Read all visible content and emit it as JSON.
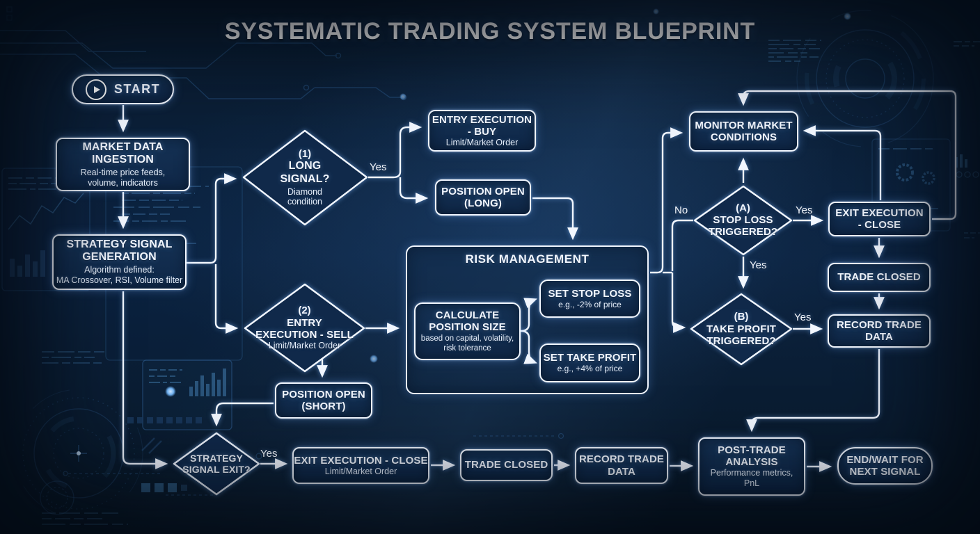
{
  "title": "SYSTEMATIC TRADING SYSTEM BLUEPRINT",
  "colors": {
    "background": "#0b2036",
    "line": "#f2f7ff",
    "box_fill": "#12304d",
    "glow": "#7fb6ff",
    "decor": "#2e6094"
  },
  "nodes": {
    "start": {
      "label": "START"
    },
    "market_data_ingestion": {
      "title": "MARKET DATA\nINGESTION",
      "subtitle": "Real-time price feeds,\nvolume, indicators"
    },
    "strategy_signal_generation": {
      "title": "STRATEGY SIGNAL\nGENERATION",
      "subtitle": "Algorithm defined:\nMA Crossover, RSI, Volume filter"
    },
    "long_signal_decision": {
      "tag": "(1)",
      "title": "LONG\nSIGNAL?",
      "subtitle": "Diamond\ncondition"
    },
    "entry_execution_buy": {
      "title": "ENTRY EXECUTION\n- BUY",
      "subtitle": "Limit/Market Order"
    },
    "position_open_long": {
      "title": "POSITION OPEN\n(LONG)"
    },
    "risk_management": {
      "title": "RISK MANAGEMENT"
    },
    "calculate_position_size": {
      "title": "CALCULATE\nPOSITION SIZE",
      "subtitle": "based on capital, volatility,\nrisk tolerance"
    },
    "set_stop_loss": {
      "title": "SET STOP LOSS",
      "subtitle": "e.g., -2% of price"
    },
    "set_take_profit": {
      "title": "SET TAKE PROFIT",
      "subtitle": "e.g., +4% of price"
    },
    "entry_execution_sell_decision": {
      "tag": "(2)",
      "title": "ENTRY\nEXECUTION - SELL",
      "subtitle": "Limit/Market Order"
    },
    "position_open_short": {
      "title": "POSITION OPEN\n(SHORT)"
    },
    "strategy_signal_exit_decision": {
      "title": "STRATEGY\nSIGNAL EXIT?"
    },
    "exit_execution_close_bottom": {
      "title": "EXIT EXECUTION - CLOSE",
      "subtitle": "Limit/Market Order"
    },
    "trade_closed_bottom": {
      "title": "TRADE CLOSED"
    },
    "record_trade_data_bottom": {
      "title": "RECORD TRADE\nDATA"
    },
    "post_trade_analysis": {
      "title": "POST-TRADE\nANALYSIS",
      "subtitle": "Performance metrics,\nPnL"
    },
    "end_wait": {
      "title": "END/WAIT FOR\nNEXT SIGNAL"
    },
    "monitor_market_conditions": {
      "title": "MONITOR MARKET\nCONDITIONS"
    },
    "stop_loss_decision": {
      "tag": "(A)",
      "title": "STOP LOSS\nTRIGGERED?"
    },
    "take_profit_decision": {
      "tag": "(B)",
      "title": "TAKE PROFIT\nTRIGGERED?"
    },
    "exit_execution_close_right": {
      "title": "EXIT EXECUTION\n- CLOSE"
    },
    "trade_closed_right": {
      "title": "TRADE CLOSED"
    },
    "record_trade_data_right": {
      "title": "RECORD TRADE\nDATA"
    }
  },
  "edge_labels": {
    "long_signal_yes": "Yes",
    "strategy_exit_yes": "Yes",
    "stop_loss_no": "No",
    "stop_loss_yes_right": "Yes",
    "stop_loss_yes_down": "Yes",
    "take_profit_yes": "Yes"
  }
}
